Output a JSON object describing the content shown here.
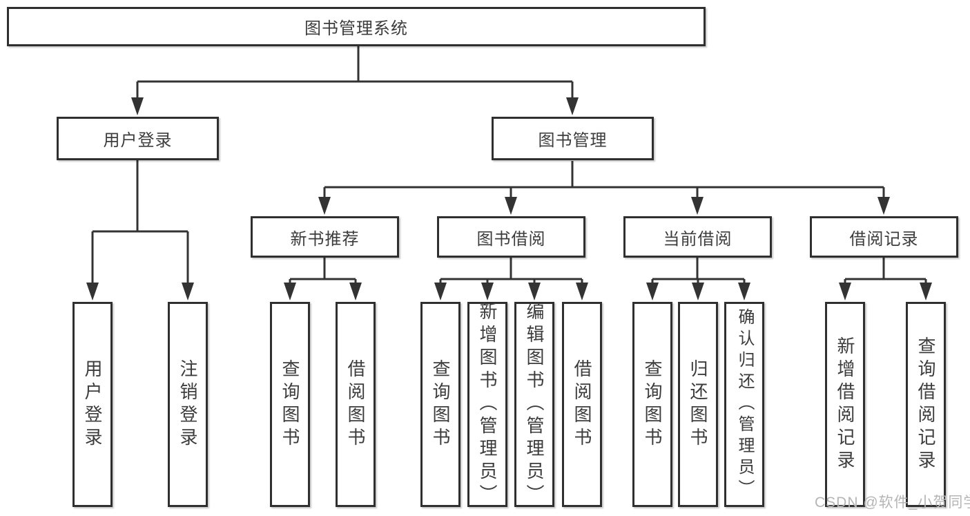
{
  "tree": {
    "label": "图书管理系统",
    "children": [
      {
        "label": "用户登录",
        "children": [
          {
            "label": "用户登录"
          },
          {
            "label": "注销登录"
          }
        ]
      },
      {
        "label": "图书管理",
        "children": [
          {
            "label": "新书推荐",
            "children": [
              {
                "label": "查询图书"
              },
              {
                "label": "借阅图书"
              }
            ]
          },
          {
            "label": "图书借阅",
            "children": [
              {
                "label": "查询图书"
              },
              {
                "label": "新增图书（管理员）"
              },
              {
                "label": "编辑图书（管理员）"
              },
              {
                "label": "借阅图书"
              }
            ]
          },
          {
            "label": "当前借阅",
            "children": [
              {
                "label": "查询图书"
              },
              {
                "label": "归还图书"
              },
              {
                "label": "确认归还（管理员）"
              }
            ]
          },
          {
            "label": "借阅记录",
            "children": [
              {
                "label": "新增借阅记录"
              },
              {
                "label": "查询借阅记录"
              }
            ]
          }
        ]
      }
    ]
  },
  "watermark": "CSDN @软件_小贺同学",
  "colors": {
    "line": "#333333",
    "box_border": "#2f2f2f",
    "text": "#3c3c3c",
    "watermark": "#b5b5b5",
    "background": "#ffffff"
  }
}
